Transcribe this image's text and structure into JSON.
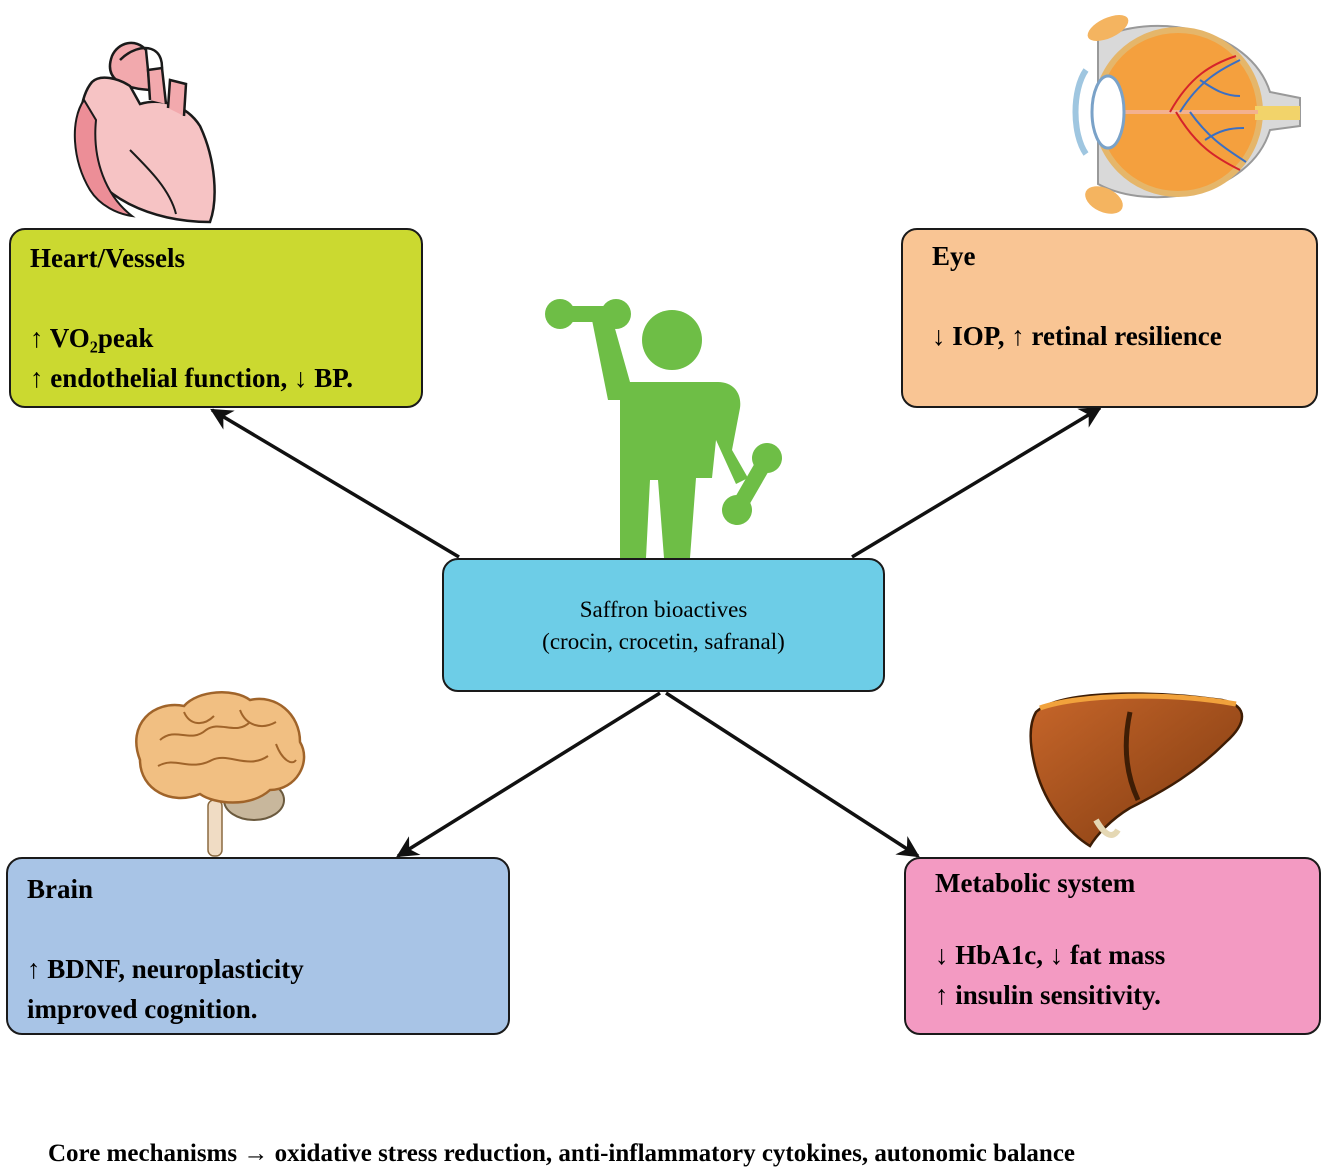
{
  "center": {
    "line1": "Saffron bioactives",
    "line2": "(crocin, crocetin, safranal)"
  },
  "boxes": {
    "heart": {
      "title": "Heart/Vessels",
      "line1": "↑ VO₂peak",
      "line2": "↑ endothelial function, ↓ BP.",
      "color": "#cbd930"
    },
    "eye": {
      "title": "Eye",
      "line1": "↓ IOP, ↑ retinal resilience",
      "color": "#f9c594"
    },
    "brain": {
      "title": "Brain",
      "line1": "↑ BDNF, neuroplasticity",
      "line2": "improved cognition.",
      "color": "#a8c4e6"
    },
    "metabolic": {
      "title": "Metabolic system",
      "line1": "↓ HbA1c, ↓ fat mass",
      "line2": "↑ insulin sensitivity.",
      "color": "#f39ac2"
    }
  },
  "footer": "Core mechanisms → oxidative stress reduction, anti-inflammatory cytokines, autonomic balance",
  "icons": [
    "heart-icon",
    "eye-icon",
    "brain-icon",
    "liver-icon",
    "exercise-person-icon"
  ]
}
